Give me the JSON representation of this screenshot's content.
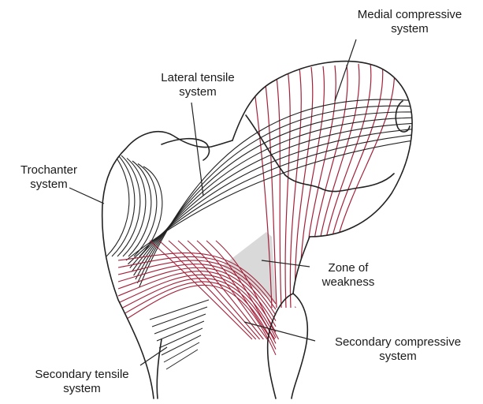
{
  "labels": {
    "medial_compressive": {
      "line1": "Medial compressive",
      "line2": "system"
    },
    "lateral_tensile": {
      "line1": "Lateral tensile",
      "line2": "system"
    },
    "trochanter": {
      "line1": "Trochanter",
      "line2": "system"
    },
    "zone_of_weakness": {
      "line1": "Zone of",
      "line2": "weakness"
    },
    "secondary_compressive": {
      "line1": "Secondary compressive",
      "line2": "system"
    },
    "secondary_tensile": {
      "line1": "Secondary tensile",
      "line2": "system"
    }
  },
  "colors": {
    "outline": "#222222",
    "compressive": "#a3213a",
    "tensile": "#222222",
    "weak_zone": "#d9d9d9"
  }
}
